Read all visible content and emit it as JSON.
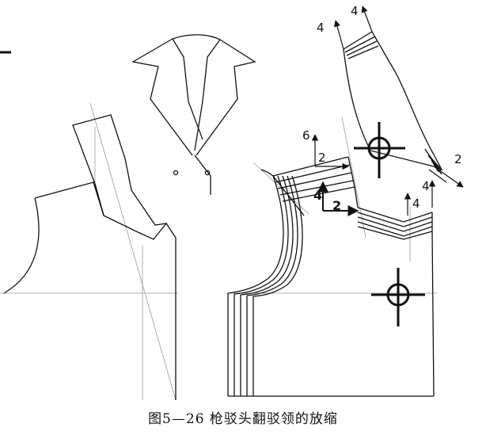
{
  "caption": "图5—26 枪驳头翻驳领的放缩",
  "arrow_labels": {
    "top_a": "4",
    "top_b": "4",
    "collar_right": "2",
    "shoulder_up": "6",
    "shoulder_right": "2",
    "neck_vertical": "4",
    "neck_horizontal": "2",
    "armhole_a": "4",
    "armhole_b": "4"
  },
  "colors": {
    "line": "#111111",
    "guide": "#9a9a9a"
  },
  "icons": [
    "crosshair-target-icon",
    "crosshair-target-icon",
    "arrow-icon"
  ]
}
